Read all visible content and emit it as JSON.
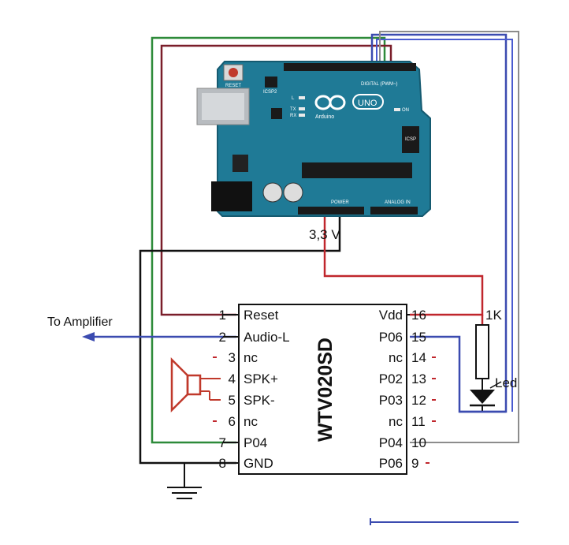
{
  "diagram": {
    "title": "",
    "voltage_label": "3,3 V",
    "amplifier_label": "To Amplifier",
    "resistor_label": "1K",
    "led_label": "Led",
    "chip": {
      "name": "WTV020SD",
      "left_pins": [
        {
          "num": "1",
          "label": "Reset"
        },
        {
          "num": "2",
          "label": "Audio-L"
        },
        {
          "num": "3",
          "label": "nc"
        },
        {
          "num": "4",
          "label": "SPK+"
        },
        {
          "num": "5",
          "label": "SPK-"
        },
        {
          "num": "6",
          "label": "nc"
        },
        {
          "num": "7",
          "label": "P04"
        },
        {
          "num": "8",
          "label": "GND"
        }
      ],
      "right_pins": [
        {
          "num": "16",
          "label": "Vdd"
        },
        {
          "num": "15",
          "label": "P06"
        },
        {
          "num": "14",
          "label": "nc"
        },
        {
          "num": "13",
          "label": "P02"
        },
        {
          "num": "12",
          "label": "P03"
        },
        {
          "num": "11",
          "label": "nc"
        },
        {
          "num": "10",
          "label": "P04"
        },
        {
          "num": "9",
          "label": "P06"
        }
      ]
    },
    "arduino": {
      "board_text": "Arduino",
      "uno_text": "UNO",
      "reset_text": "RESET",
      "icsp_text": "ICSP",
      "digital_text": "DIGITAL (PWM~)",
      "power_text": "POWER",
      "analog_text": "ANALOG IN",
      "on_text": "ON",
      "tx_text": "TX",
      "rx_text": "RX",
      "l_text": "L",
      "icsp2_text": "ICSP2"
    },
    "colors": {
      "board": "#1f7a96",
      "wire_red": "#8a1c1c",
      "wire_green": "#2e8b3a",
      "wire_blue": "#3b4bb0",
      "wire_gray": "#8c8c8c",
      "speaker": "#c0392b"
    }
  }
}
